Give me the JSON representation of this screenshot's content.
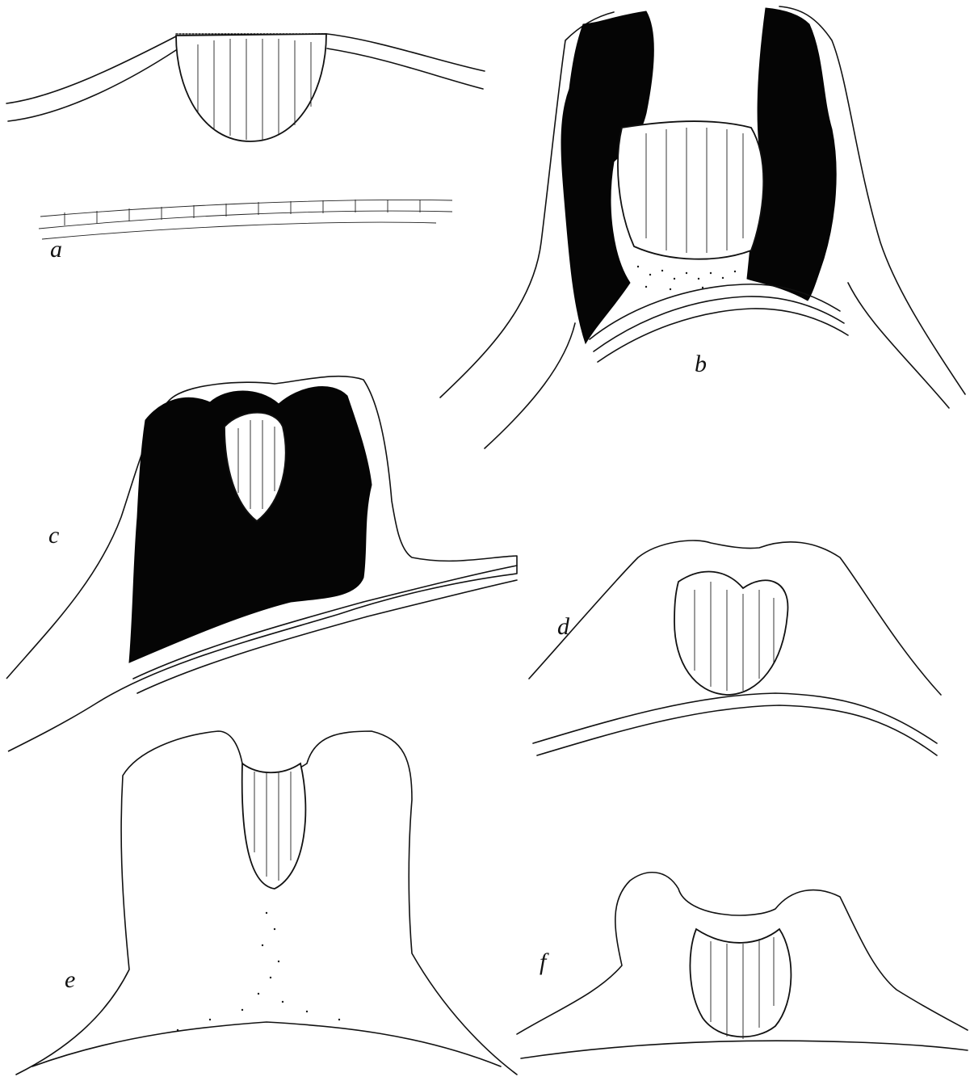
{
  "figure_labels": {
    "a": "a",
    "b": "b",
    "c": "c",
    "d": "d",
    "e": "e",
    "f": "f"
  },
  "colors": {
    "background": "#ffffff",
    "ink": "#050505",
    "line": "#111111"
  }
}
